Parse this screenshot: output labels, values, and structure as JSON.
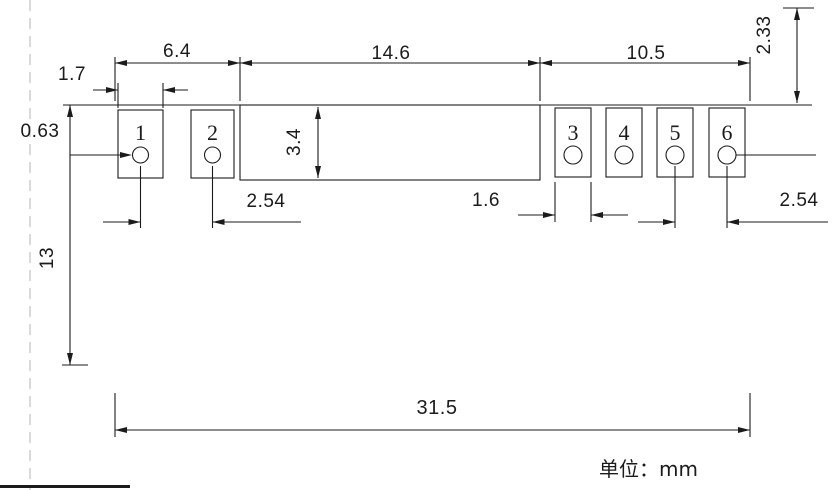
{
  "colors": {
    "line": "#1b1b1b",
    "pad_number": "#e60000",
    "accent_blue": "#2f2fd9",
    "guide": "#b5b5b5"
  },
  "pads": {
    "numbers": [
      "1",
      "2",
      "3",
      "4",
      "5",
      "6"
    ]
  },
  "dimensions": {
    "left_group_width": "6.4",
    "body_width": "14.6",
    "right_group_width": "10.5",
    "left_pad_width": "1.7",
    "hole_offset": "0.63",
    "body_height": "3.4",
    "left_pitch": "2.54",
    "right_pad_width": "1.6",
    "right_pitch": "2.54",
    "top_offset": "2.33",
    "module_height": "13",
    "overall_width": "31.5"
  },
  "footer": {
    "unit_label": "单位：mm"
  }
}
